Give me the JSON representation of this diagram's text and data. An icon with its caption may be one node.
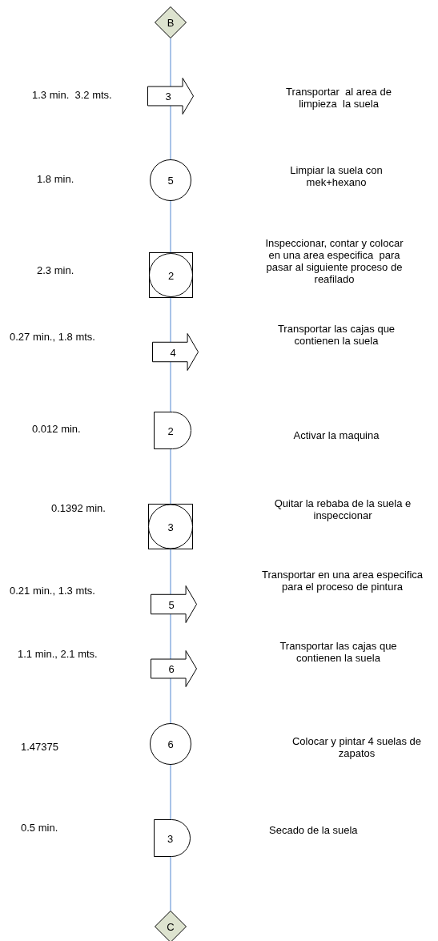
{
  "diagram": {
    "nodes": [
      {
        "text": [
          "B"
        ]
      },
      {
        "text": [
          "3"
        ]
      },
      {
        "text": [
          "5"
        ]
      },
      {
        "text": [
          "2"
        ]
      },
      {
        "text": [
          "4"
        ]
      },
      {
        "text": [
          "2"
        ]
      },
      {
        "text": [
          "3"
        ]
      },
      {
        "text": [
          "5"
        ]
      },
      {
        "text": [
          "6"
        ]
      },
      {
        "text": [
          "6"
        ]
      },
      {
        "text": [
          "3"
        ]
      },
      {
        "text": [
          "C"
        ]
      }
    ],
    "edges": [
      {
        "from": 0,
        "to": 1,
        "arrow": "none"
      },
      {
        "from": 1,
        "to": 2,
        "arrow": "none"
      },
      {
        "from": 2,
        "to": 3,
        "arrow": "none"
      },
      {
        "from": 3,
        "to": 4,
        "arrow": "none"
      },
      {
        "from": 4,
        "to": 5,
        "arrow": "none"
      },
      {
        "from": 5,
        "to": 6,
        "arrow": "none"
      },
      {
        "from": 6,
        "to": 7,
        "arrow": "none"
      },
      {
        "from": 7,
        "to": 8,
        "arrow": "none"
      },
      {
        "from": 8,
        "to": 9,
        "arrow": "none"
      },
      {
        "from": 9,
        "to": 10,
        "arrow": "none"
      },
      {
        "from": 10,
        "to": 11,
        "arrow": "none"
      }
    ],
    "labels": [
      "1.3 min.  3.2 mts.",
      "Transportar  al area de limpieza  la suela",
      "1.8 min.",
      "Limpiar la suela con mek+hexano",
      "2.3 min.",
      "Inspeccionar, contar y colocar en una area especifica  para pasar al siguiente proceso de reafilado",
      "0.27 min., 1.8 mts.",
      "Transportar las cajas que contienen la suela",
      "0.012 min.",
      "Activar la maquina",
      "0.1392 min.",
      "Quitar la rebaba de la suela e inspeccionar",
      "0.21 min., 1.3 mts.",
      "Transportar en una area especifica para el proceso de pintura",
      "1.1 min., 2.1 mts.",
      "Transportar las cajas que contienen la suela",
      "1.47375",
      "Colocar y pintar 4 suelas de zapatos",
      "0.5 min.",
      "Secado de la suela"
    ]
  }
}
